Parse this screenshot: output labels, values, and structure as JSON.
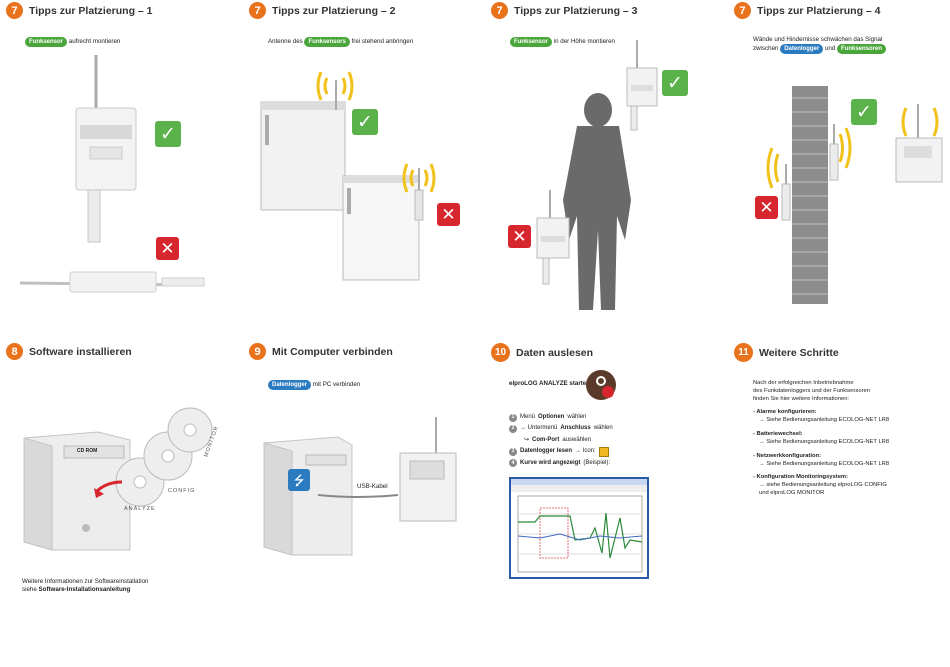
{
  "tips1": {
    "number": "7",
    "title": "Tipps zur Platzierung – 1",
    "badge": "Funksensor",
    "caption": "aufrecht montieren"
  },
  "tips2": {
    "number": "7",
    "title": "Tipps zur Platzierung – 2",
    "pre": "Antenne des",
    "badge": "Funksensors",
    "caption": "frei stehend anbringen"
  },
  "tips3": {
    "number": "7",
    "title": "Tipps zur Platzierung – 3",
    "badge": "Funksensor",
    "caption": "in der Höhe montieren"
  },
  "tips4": {
    "number": "7",
    "title": "Tipps zur Platzierung – 4",
    "line1": "Wände und Hindernisse schwächen das Signal",
    "pre": "zwischen",
    "badge1": "Datenlogger",
    "mid": "und",
    "badge2": "Funksensoren"
  },
  "software": {
    "number": "8",
    "title": "Software installieren",
    "cd_label": "CD ROM",
    "disc1": "ANALYZE",
    "disc2": "CONFIG",
    "disc3": "MONITOR",
    "footer1": "Weitere Informationen zur Softwareinstallation",
    "footer2_pre": "siehe",
    "footer2_bold": "Software-Installationsanleitung"
  },
  "computer": {
    "number": "9",
    "title": "Mit Computer verbinden",
    "badge": "Datenlogger",
    "caption": "mit PC verbinden",
    "cable": "USB-Kabel"
  },
  "data": {
    "number": "10",
    "title": "Daten auslesen",
    "intro": "elproLOG ANALYZE starten",
    "steps": [
      {
        "n": "1",
        "pre": "Menü",
        "bold": "Optionen",
        "post": "wählen"
      },
      {
        "n": "2",
        "pre": "→ Untermenü",
        "bold": "Anschluss",
        "post": "wählen"
      },
      {
        "n": "",
        "pre": "↪",
        "bold": "Com-Port",
        "post": "auswählen"
      },
      {
        "n": "3",
        "pre": "",
        "bold": "Datenlogger lesen",
        "post": "→ Icon:"
      },
      {
        "n": "4",
        "pre": "",
        "bold": "Kurve wird angezeigt",
        "post": "(Beispiel):"
      }
    ]
  },
  "next": {
    "number": "11",
    "title": "Weitere Schritte",
    "intro": [
      "Nach der erfolgreichen Inbetriebnahme",
      "des Funkdatenloggers und der Funksensoren",
      "finden Sie hier weitere Informationen:"
    ],
    "items": [
      {
        "head": "- Alarme konfigurieren:",
        "lines": [
          "→ Siehe Bedienungsanleitung ECOLOG-NET LR8"
        ]
      },
      {
        "head": "- Batteriewechsel:",
        "lines": [
          "→ Siehe Bedienungsanleitung ECOLOG-NET LR8"
        ]
      },
      {
        "head": "- Netzwerkkonfiguration:",
        "lines": [
          "→ Siehe Bedienungsanleitung ECOLOG-NET LR8"
        ]
      },
      {
        "head": "- Konfiguration Monitoringsystem:",
        "lines": [
          "→ siehe Bedienungsanleitung elproLOG CONFIG",
          "und elproLOG MONITOR"
        ]
      }
    ]
  },
  "colors": {
    "accent": "#e8731c",
    "ok": "#5bb24a",
    "bad": "#d8262e",
    "badge_green": "#4aa53a",
    "badge_blue": "#2b7bc0"
  }
}
